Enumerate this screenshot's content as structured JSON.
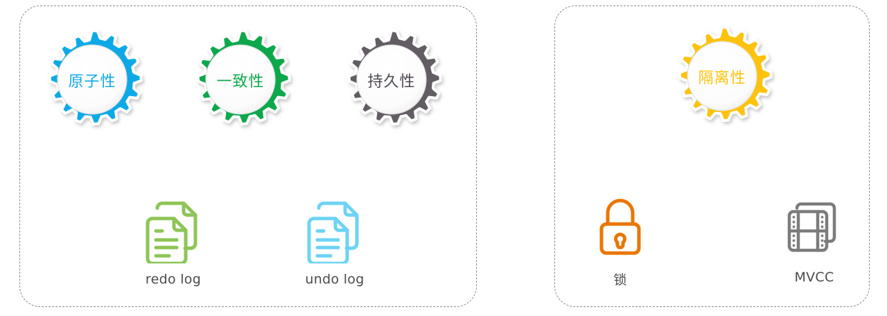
{
  "diagram": {
    "title": "ACID transaction properties",
    "panels": [
      {
        "id": "acd",
        "name": "atomicity-consistency-durability-panel",
        "gears": [
          {
            "label": "原子性",
            "color": "#0FA9E6",
            "icon_name": "gear-icon-atomicity"
          },
          {
            "label": "一致性",
            "color": "#0EA84B",
            "icon_name": "gear-icon-consistency"
          },
          {
            "label": "持久性",
            "color": "#625B63",
            "icon_name": "gear-icon-durability"
          }
        ],
        "items": [
          {
            "label": "redo log",
            "color": "#8DC556",
            "icon_name": "documents-icon"
          },
          {
            "label": "undo log",
            "color": "#6ED3F4",
            "icon_name": "documents-icon"
          }
        ]
      },
      {
        "id": "isolation",
        "name": "isolation-panel",
        "gears": [
          {
            "label": "隔离性",
            "color": "#FFC20E",
            "icon_name": "gear-icon-isolation"
          }
        ],
        "items": [
          {
            "label": "锁",
            "color": "#EA7601",
            "icon_name": "lock-icon"
          },
          {
            "label": "MVCC",
            "color": "#7C7C7C",
            "icon_name": "film-strip-icon"
          }
        ]
      }
    ],
    "colors": {
      "atomicity": "#0FA9E6",
      "consistency": "#0EA84B",
      "durability": "#625B63",
      "isolation": "#FFC20E",
      "redo_log": "#8DC556",
      "undo_log": "#6ED3F4",
      "lock": "#EA7601",
      "mvcc": "#7C7C7C",
      "panel_border": "#8a8a8a",
      "caption_text": "#4a4a4a",
      "gear_face": "#FDFDFD"
    }
  }
}
